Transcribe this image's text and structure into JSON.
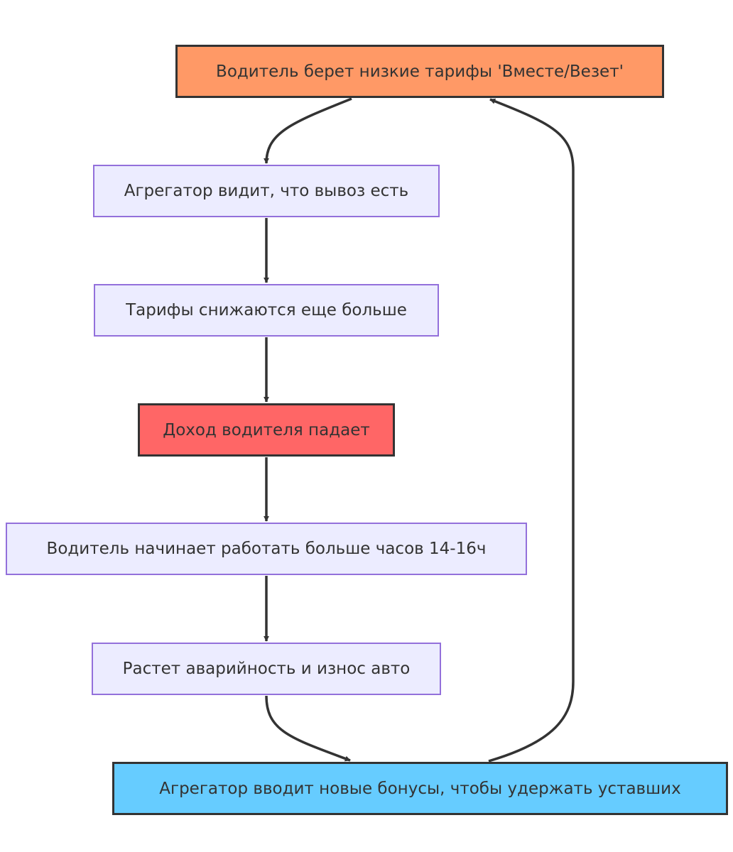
{
  "diagram": {
    "nodes": [
      {
        "id": "n1",
        "label": "Водитель берет низкие тарифы 'Вместе/Везет'",
        "fill": "#ff9966",
        "style": "accent"
      },
      {
        "id": "n2",
        "label": "Агрегатор видит, что вывоз есть",
        "fill": "#ececff",
        "style": "default"
      },
      {
        "id": "n3",
        "label": "Тарифы снижаются еще больше",
        "fill": "#ececff",
        "style": "default"
      },
      {
        "id": "n4",
        "label": "Доход водителя падает",
        "fill": "#ff6666",
        "style": "accent"
      },
      {
        "id": "n5",
        "label": "Водитель начинает работать больше часов 14-16ч",
        "fill": "#ececff",
        "style": "default"
      },
      {
        "id": "n6",
        "label": "Растет аварийность и износ авто",
        "fill": "#ececff",
        "style": "default"
      },
      {
        "id": "n7",
        "label": "Агрегатор вводит новые бонусы, чтобы удержать уставших",
        "fill": "#66ccff",
        "style": "accent"
      }
    ],
    "edges": [
      {
        "from": "n1",
        "to": "n2"
      },
      {
        "from": "n2",
        "to": "n3"
      },
      {
        "from": "n3",
        "to": "n4"
      },
      {
        "from": "n4",
        "to": "n5"
      },
      {
        "from": "n5",
        "to": "n6"
      },
      {
        "from": "n6",
        "to": "n7"
      },
      {
        "from": "n7",
        "to": "n1"
      }
    ],
    "colors": {
      "edge": "#333333",
      "default_fill": "#ececff",
      "default_border": "#9370db",
      "accent_border": "#333333"
    }
  }
}
